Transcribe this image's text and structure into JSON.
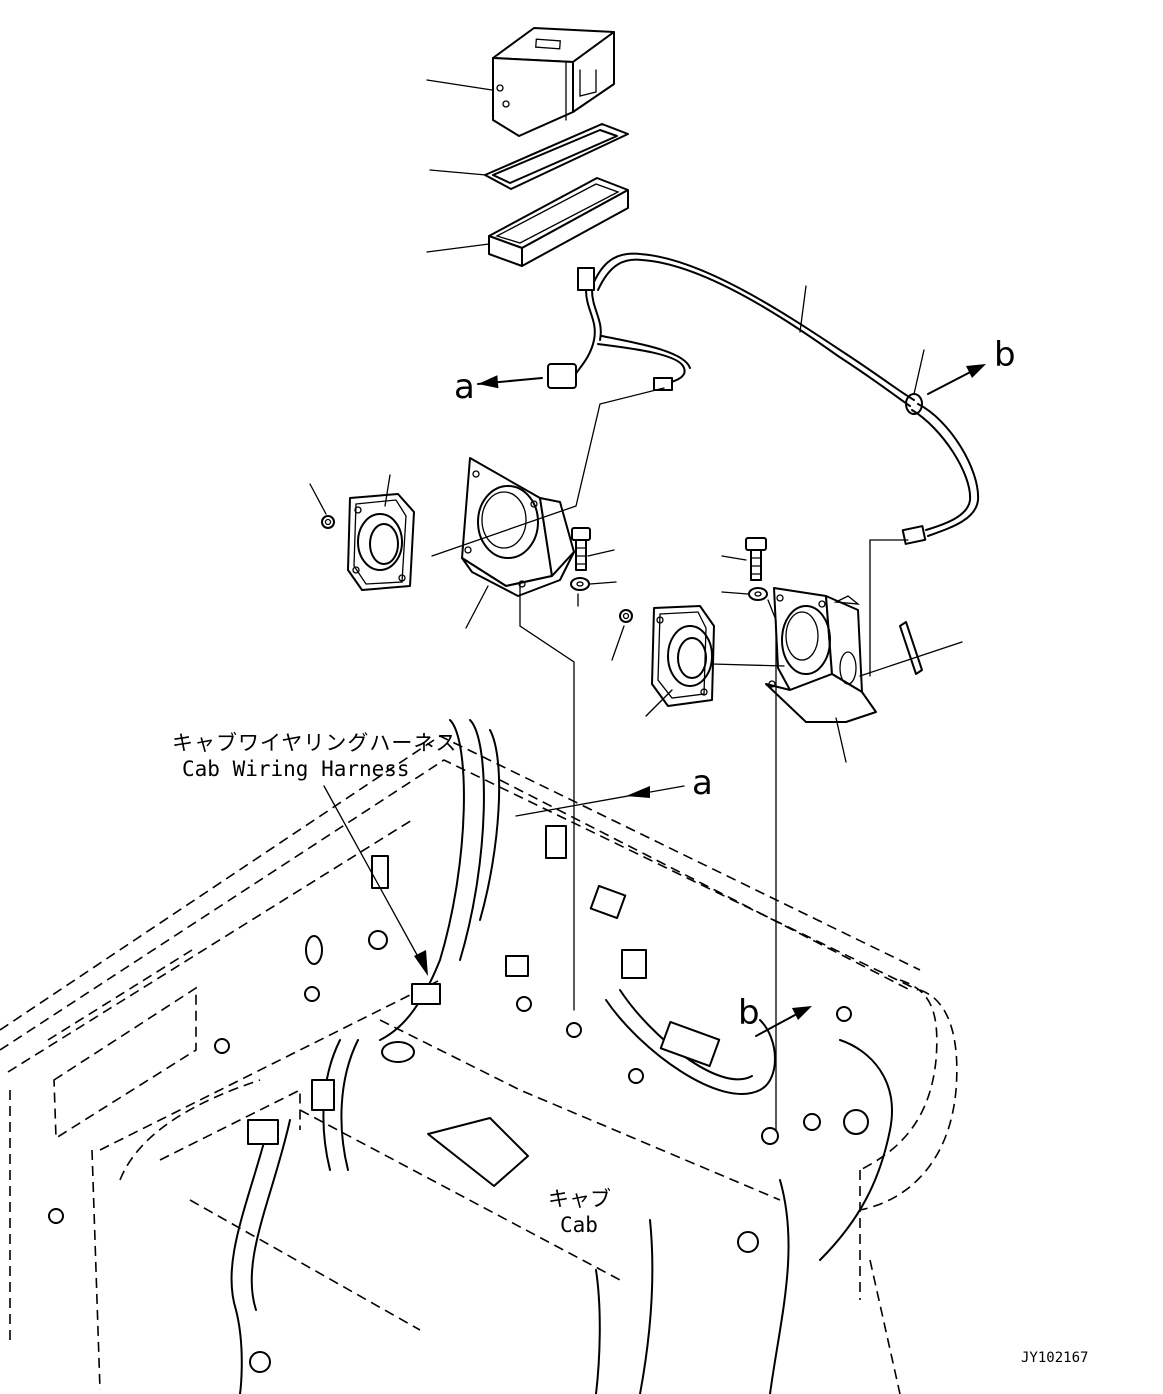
{
  "callouts": {
    "a_top": "a",
    "b_top": "b",
    "a_lower": "a",
    "b_lower": "b"
  },
  "labels": {
    "harness_jp": "キャブワイヤリングハーネス",
    "harness_en": "Cab Wiring Harness",
    "cab_jp": "キャブ",
    "cab_en": "Cab"
  },
  "drawing_id": "JY102167"
}
